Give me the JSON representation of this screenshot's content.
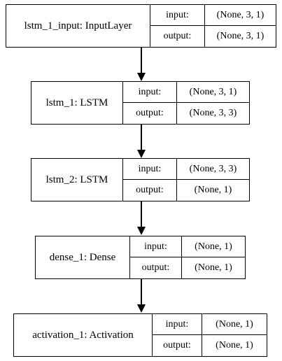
{
  "nodes": [
    {
      "name": "lstm_1_input: InputLayer",
      "input_label": "input:",
      "output_label": "output:",
      "input_shape": "(None, 3, 1)",
      "output_shape": "(None, 3, 1)"
    },
    {
      "name": "lstm_1: LSTM",
      "input_label": "input:",
      "output_label": "output:",
      "input_shape": "(None, 3, 1)",
      "output_shape": "(None, 3, 3)"
    },
    {
      "name": "lstm_2: LSTM",
      "input_label": "input:",
      "output_label": "output:",
      "input_shape": "(None, 3, 3)",
      "output_shape": "(None, 1)"
    },
    {
      "name": "dense_1: Dense",
      "input_label": "input:",
      "output_label": "output:",
      "input_shape": "(None, 1)",
      "output_shape": "(None, 1)"
    },
    {
      "name": "activation_1: Activation",
      "input_label": "input:",
      "output_label": "output:",
      "input_shape": "(None, 1)",
      "output_shape": "(None, 1)"
    }
  ]
}
